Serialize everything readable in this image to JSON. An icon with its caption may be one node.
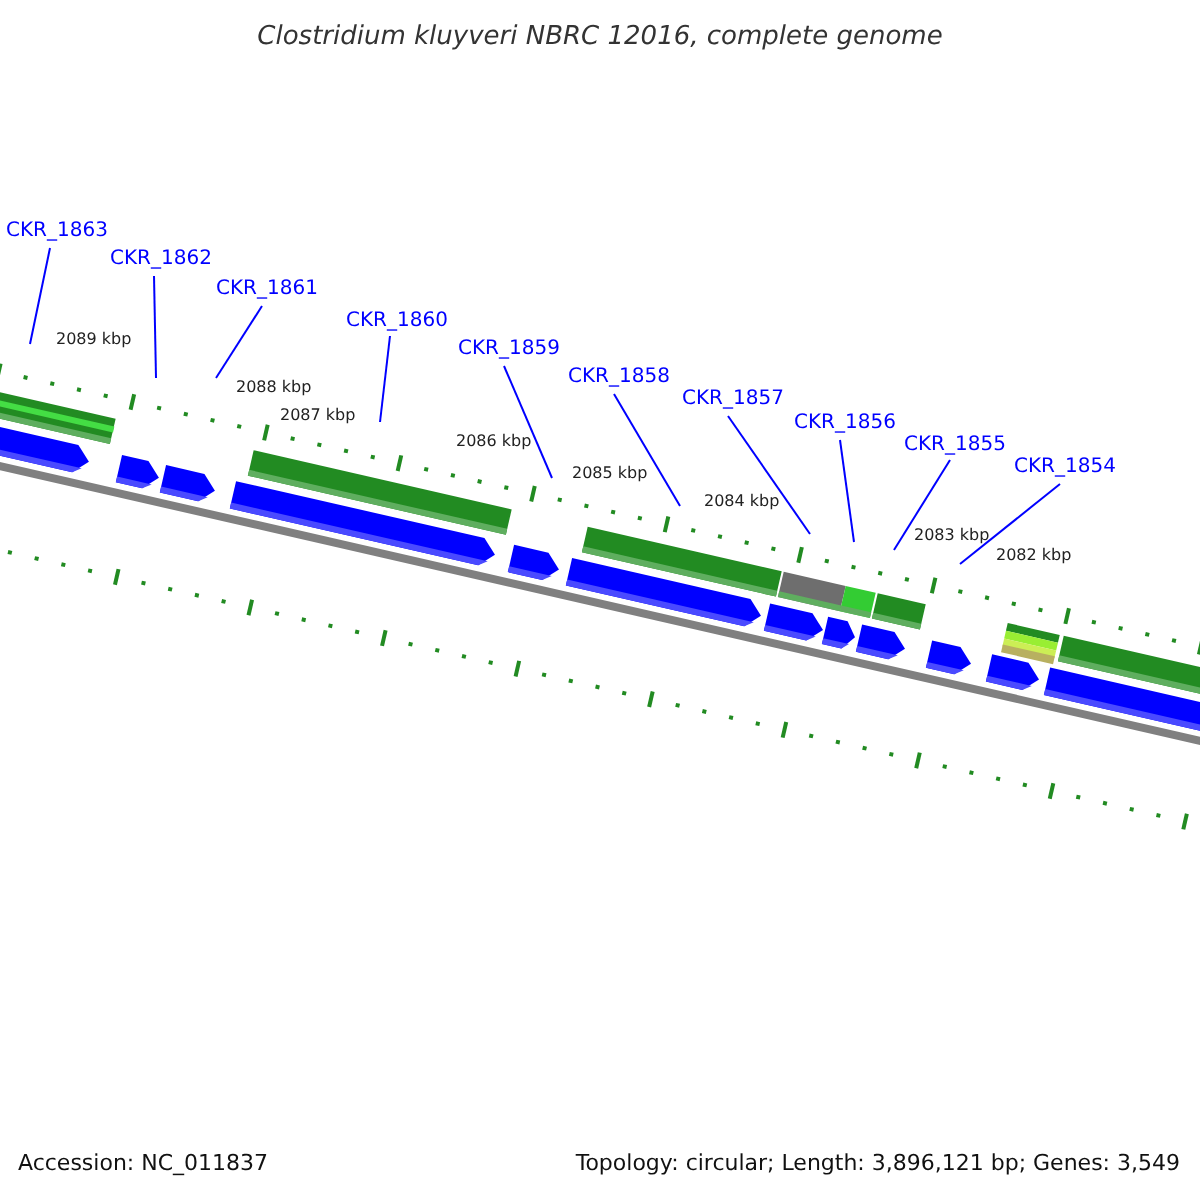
{
  "diagram": {
    "title": "Clostridium kluyveri NBRC 12016, complete genome",
    "nodes": [
      {
        "text": [
          "CKR_1863"
        ]
      },
      {
        "text": [
          "CKR_1862"
        ]
      },
      {
        "text": [
          "CKR_1861"
        ]
      },
      {
        "text": [
          "CKR_1860"
        ]
      },
      {
        "text": [
          "CKR_1859"
        ]
      },
      {
        "text": [
          "CKR_1858"
        ]
      },
      {
        "text": [
          "CKR_1857"
        ]
      },
      {
        "text": [
          "CKR_1856"
        ]
      },
      {
        "text": [
          "CKR_1855"
        ]
      },
      {
        "text": [
          "CKR_1854"
        ]
      }
    ],
    "edges": [
      {
        "from": 0,
        "to": null,
        "arrow": "none"
      },
      {
        "from": 1,
        "to": null,
        "arrow": "none"
      },
      {
        "from": 2,
        "to": null,
        "arrow": "none"
      },
      {
        "from": 3,
        "to": null,
        "arrow": "none"
      },
      {
        "from": 4,
        "to": null,
        "arrow": "none"
      },
      {
        "from": 5,
        "to": null,
        "arrow": "none"
      },
      {
        "from": 6,
        "to": null,
        "arrow": "none"
      },
      {
        "from": 7,
        "to": null,
        "arrow": "none"
      },
      {
        "from": 8,
        "to": null,
        "arrow": "none"
      },
      {
        "from": 9,
        "to": null,
        "arrow": "none"
      }
    ],
    "labels": [
      "2089 kbp",
      "2088 kbp",
      "2087 kbp",
      "2086 kbp",
      "2085 kbp",
      "2084 kbp",
      "2083 kbp",
      "2082 kbp",
      "Accession: NC_011837",
      "Topology: circular; Length: 3,896,121 bp; Genes: 3,549"
    ]
  }
}
